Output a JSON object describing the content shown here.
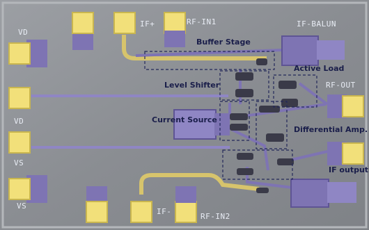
{
  "die_labels": {
    "vd_top": "VD",
    "vd": "VD",
    "vs": "VS",
    "vs_bottom": "VS",
    "if_plus": "IF+",
    "if_minus": "IF-",
    "rf_in1": "RF-IN1",
    "rf_in2": "RF-IN2",
    "if_balun": "IF-BALUN",
    "rf_out": "RF-OUT"
  },
  "annotations": {
    "buffer_stage": "Buffer Stage",
    "active_load": "Active Load",
    "level_shifter": "Level Shifter",
    "current_source": "Current Source",
    "differential_amp": "Differential Amp.",
    "if_output": "IF output"
  },
  "colors": {
    "die_background": "#8a8d92",
    "gold_pad": "#f2e07a",
    "metal_purple": "#7e74b3",
    "annotation_text": "#1a1e4a"
  }
}
